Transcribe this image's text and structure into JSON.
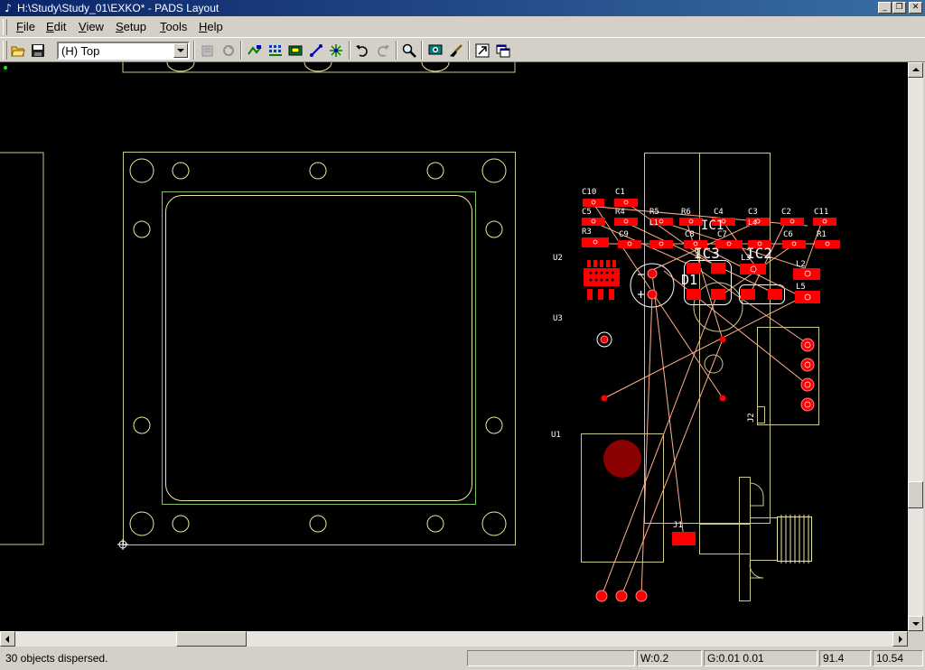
{
  "window": {
    "title": "H:\\Study\\Study_01\\EXKO* - PADS Layout",
    "app_icon": "pads-app-icon",
    "controls": [
      "minimize",
      "restore",
      "close"
    ]
  },
  "menu": {
    "items": [
      "File",
      "Edit",
      "View",
      "Setup",
      "Tools",
      "Help"
    ]
  },
  "toolbar": {
    "layer_value": "(H) Top",
    "icons": [
      "open-icon",
      "save-icon",
      "properties-icon",
      "cycle-icon",
      "route-icon",
      "pour-icon",
      "board-icon",
      "draw-icon",
      "connect-icon",
      "undo-icon",
      "redo-icon",
      "zoom-icon",
      "view-icon",
      "brush-icon",
      "export-icon",
      "window-icon"
    ]
  },
  "board": {
    "ref_labels": {
      "U2": "U2",
      "U3": "U3",
      "U1": "U1",
      "J1": "J1",
      "J2": "J2",
      "C10": "C10",
      "C1": "C1",
      "C5": "C5",
      "R4": "R4",
      "R5": "R5",
      "R6": "R6",
      "C4": "C4",
      "C3": "C3",
      "C2": "C2",
      "C11": "C11",
      "R3": "R3",
      "C9": "C9",
      "C8": "C8",
      "C7": "C7",
      "C6": "C6",
      "R1": "R1",
      "L3": "L3",
      "L2": "L2",
      "L5": "L5",
      "L1": "L1",
      "L4": "L4",
      "D1": "D1",
      "IC1": "IC1",
      "IC3": "IC3",
      "IC2": "IC2"
    },
    "colors": {
      "background": "#000000",
      "outline": "#c8c88c",
      "hole": "#e8e8a0",
      "inner_outline": "#80c060",
      "pad": "#ff0000",
      "ratsnest": "#ffb08c",
      "silk": "#ffffff",
      "large_pad": "#8b0000"
    }
  },
  "status": {
    "message": "30 objects dispersed.",
    "empty_panel": "",
    "width": "W:0.2",
    "grid": "G:0.01 0.01",
    "x": "91.4",
    "y": "10.54"
  }
}
